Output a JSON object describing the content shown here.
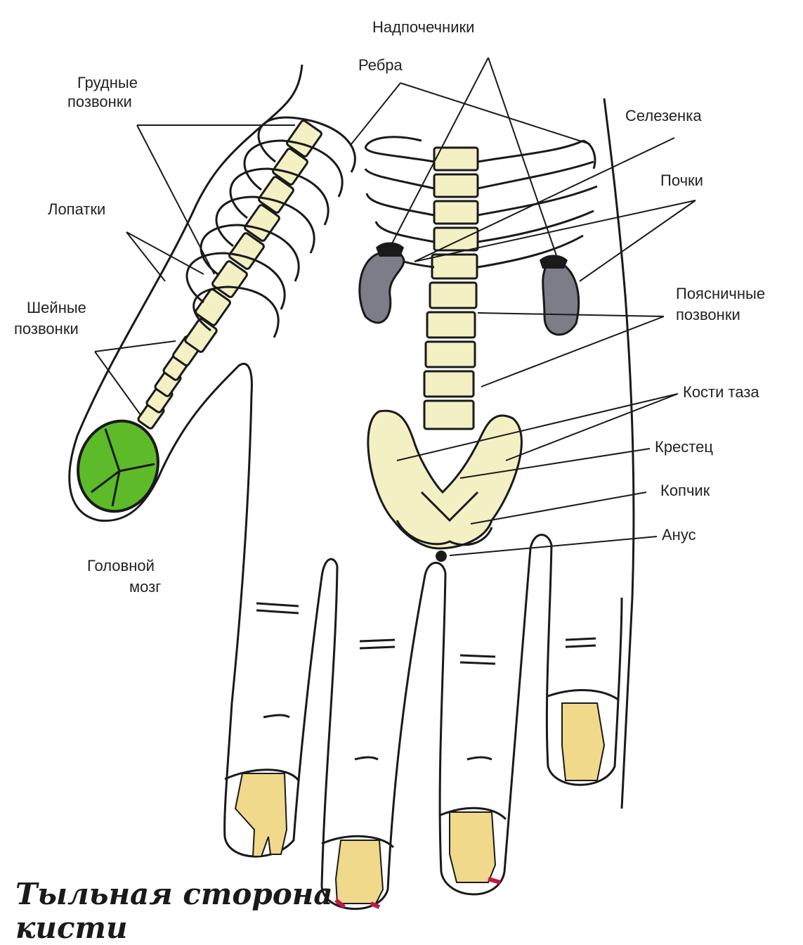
{
  "labels": {
    "adrenals": "Надпочечники",
    "ribs": "Ребра",
    "thoracic_1": "Грудные",
    "thoracic_2": "позвонки",
    "spleen": "Селезенка",
    "kidneys": "Почки",
    "scapulae": "Лопатки",
    "cervical_1": "Шейные",
    "cervical_2": "позвонки",
    "lumbar_1": "Поясничные",
    "lumbar_2": "позвонки",
    "pelvis": "Кости таза",
    "sacrum": "Крестец",
    "coccyx": "Копчик",
    "anus": "Анус",
    "brain_1": "Головной",
    "brain_2": "мозг"
  },
  "caption": {
    "line1": "Тыльная сторона",
    "line2": "кисти"
  },
  "colors": {
    "bone": "#f3f0c4",
    "outline": "#1a1a1a",
    "brain": "#5dbb2a",
    "kidney": "#7d7d88",
    "palm": "#f0d98a",
    "nail_accent": "#c0184a"
  }
}
